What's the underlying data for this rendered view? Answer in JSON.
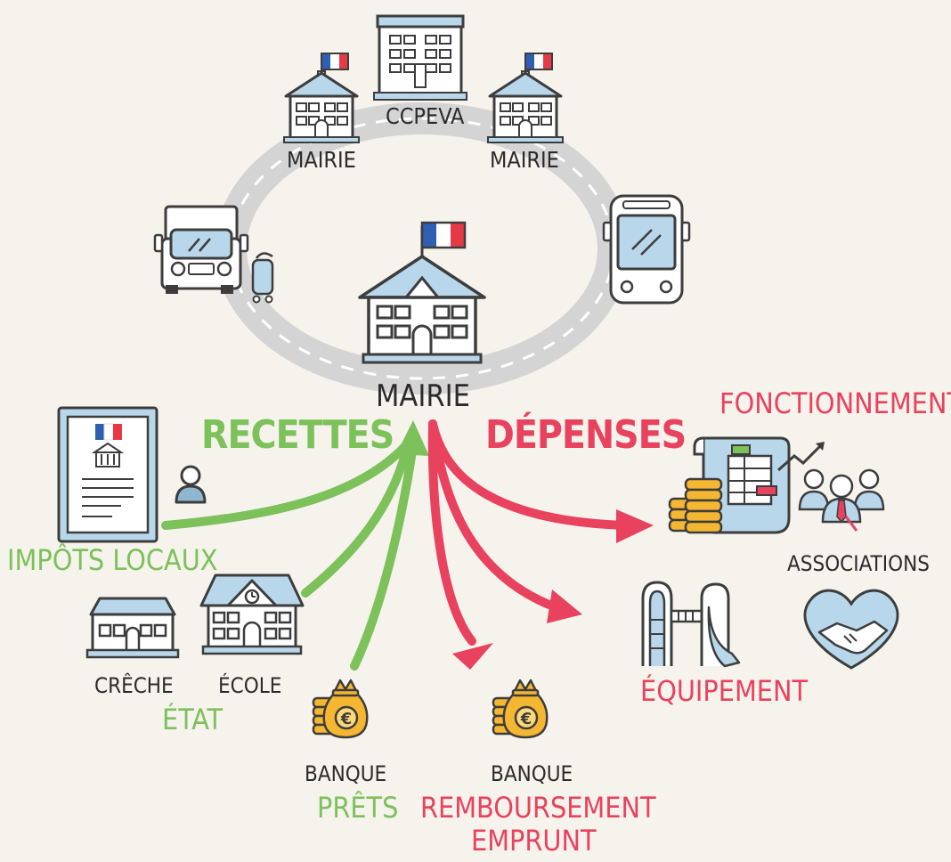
{
  "colors": {
    "recettes": "#7cc15a",
    "depenses": "#e8425e",
    "road": "#d4d4d4",
    "building_roof": "#b8d7ea",
    "building_wall": "#ffffff",
    "outline": "#3d3d3d",
    "background": "#f6f2ec"
  },
  "labels": {
    "ccpeva": "CCPEVA",
    "mairie_left": "MAIRIE",
    "mairie_right": "MAIRIE",
    "mairie_center": "MAIRIE",
    "recettes": "RECETTES",
    "depenses": "DÉPENSES",
    "fonctionnement": "FONCTIONNEMENT",
    "impots_locaux": "IMPÔTS LOCAUX",
    "associations": "ASSOCIATIONS",
    "creche": "CRÊCHE",
    "ecole": "ÉCOLE",
    "etat": "ÉTAT",
    "equipement": "ÉQUIPEMENT",
    "banque_left": "BANQUE",
    "prets": "PRÊTS",
    "banque_right": "BANQUE",
    "remboursement_line1": "REMBOURSEMENT",
    "remboursement_line2": "EMPRUNT"
  },
  "icons": [
    "town-hall-icon",
    "community-building-icon",
    "garbage-truck-icon",
    "bus-icon",
    "tax-document-icon",
    "person-icon",
    "nursery-icon",
    "school-icon",
    "money-bag-euro-icon",
    "finance-chart-icon",
    "people-group-icon",
    "handshake-heart-icon",
    "playground-icon"
  ]
}
